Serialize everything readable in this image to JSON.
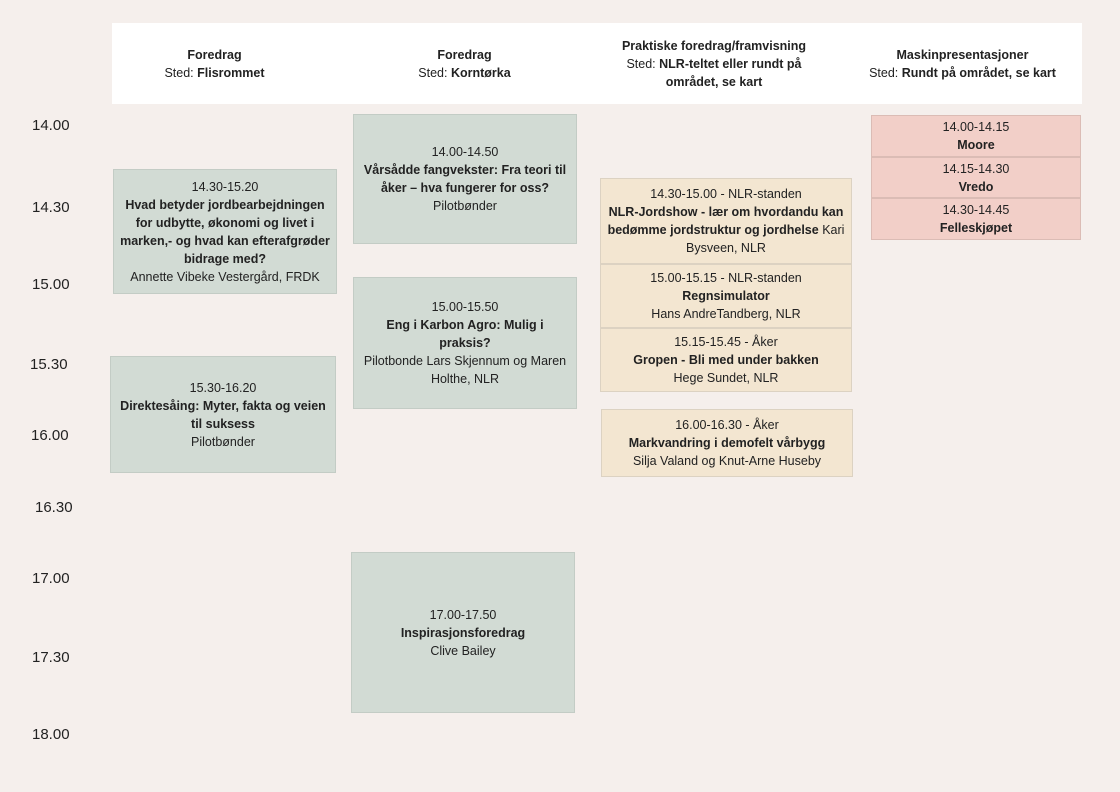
{
  "columns": [
    {
      "title": "Foredrag",
      "loc_prefix": "Sted: ",
      "loc": "Flisrommet"
    },
    {
      "title": "Foredrag",
      "loc_prefix": "Sted: ",
      "loc": "Korntørka"
    },
    {
      "title": "Praktiske foredrag/framvisning",
      "loc_prefix": "Sted: ",
      "loc": "NLR-teltet eller rundt på området, se kart"
    },
    {
      "title": "Maskinpresentasjoner",
      "loc_prefix": "Sted: ",
      "loc": "Rundt på området, se kart"
    }
  ],
  "times": [
    "14.00",
    "14.30",
    "15.00",
    "15.30",
    "16.00",
    "16.30",
    "17.00",
    "17.30",
    "18.00"
  ],
  "events": {
    "c1e1": {
      "time": "14.30-15.20",
      "title": "Hvad betyder jordbearbejdningen for udbytte, økonomi og livet i marken,- og hvad kan efterafgrøder bidrage med?",
      "speaker": "Annette Vibeke Vestergård, FRDK"
    },
    "c1e2": {
      "time": "15.30-16.20",
      "title": "Direktesåing: Myter, fakta og veien til suksess",
      "speaker": "Pilotbønder"
    },
    "c2e1": {
      "time": "14.00-14.50",
      "title": "Vårsådde fangvekster: Fra teori til åker – hva fungerer for oss?",
      "speaker": "Pilotbønder"
    },
    "c2e2": {
      "time": "15.00-15.50",
      "title": "Eng i Karbon Agro: Mulig i praksis?",
      "speaker": "Pilotbonde Lars Skjennum og Maren Holthe, NLR"
    },
    "c2e3": {
      "time": "17.00-17.50",
      "title": "Inspirasjonsforedrag",
      "speaker": "Clive Bailey"
    },
    "c3e1": {
      "time": "14.30-15.00 - NLR-standen",
      "title": "NLR-Jordshow - lær om hvordandu kan bedømme jordstruktur og jordhelse",
      "speaker": "Kari Bysveen, NLR"
    },
    "c3e2": {
      "time": "15.00-15.15 - NLR-standen",
      "title": "Regnsimulator",
      "speaker": "Hans AndreTandberg, NLR"
    },
    "c3e3": {
      "time": "15.15-15.45 - Åker",
      "title": "Gropen - Bli med under bakken",
      "speaker": "Hege Sundet, NLR"
    },
    "c3e4": {
      "time": "16.00-16.30 - Åker",
      "title": "Markvandring i demofelt vårbygg",
      "speaker": "Silja Valand og Knut-Arne Huseby"
    },
    "c4e1": {
      "time": "14.00-14.15",
      "title": "Moore"
    },
    "c4e2": {
      "time": "14.15-14.30",
      "title": "Vredo"
    },
    "c4e3": {
      "time": "14.30-14.45",
      "title": "Felleskjøpet"
    }
  },
  "colors": {
    "talk": "#d2dbd4",
    "practical": "#f3e6d1",
    "machine": "#f2cfc8",
    "background": "#f5efec"
  }
}
